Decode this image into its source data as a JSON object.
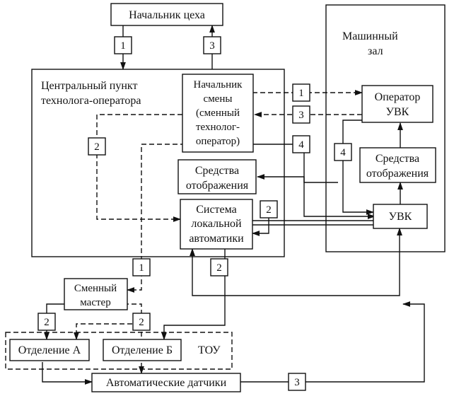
{
  "blocks": {
    "shop_chief": "Начальник цеха",
    "central_post": [
      "Центральный пункт",
      "технолога-оператора"
    ],
    "machine_hall": [
      "Машинный",
      "зал"
    ],
    "shift_chief": [
      "Начальник",
      "смены",
      "(сменный",
      "технолог-",
      "оператор)"
    ],
    "operator_uvk": [
      "Оператор",
      "УВК"
    ],
    "display_means_left": [
      "Средства",
      "отображения"
    ],
    "display_means_right": [
      "Средства",
      "отображения"
    ],
    "local_automation": [
      "Система",
      "локальной",
      "автоматики"
    ],
    "uvk": "УВК",
    "shift_master": [
      "Сменный",
      "мастер"
    ],
    "department_a": "Отделение А",
    "department_b": "Отделение Б",
    "tou": "ТОУ",
    "auto_sensors": "Автоматические датчики"
  },
  "channel_labels": {
    "chief_down": "1",
    "chief_up": "3",
    "to_operator": "1",
    "from_operator": "3",
    "post_left": "2",
    "shift_out": "4",
    "hall_4": "4",
    "local_2": "2",
    "master_in": "1",
    "local_down": "2",
    "master_left": "2",
    "master_right": "2",
    "sensors_out": "3"
  }
}
